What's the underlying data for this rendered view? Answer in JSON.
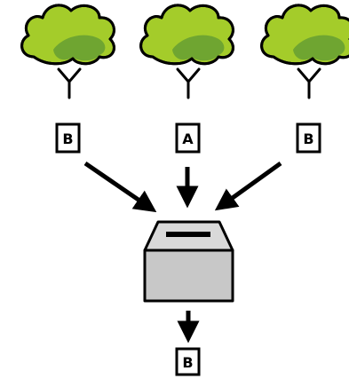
{
  "colors": {
    "canopy_light": "#a4cc2a",
    "canopy_dark": "#6fa531",
    "outline": "#000000",
    "box_body": "#c8c8c8",
    "box_lid": "#d9d9d9",
    "label_fill": "#ffffff"
  },
  "icons": {
    "tree": "tree-icon",
    "ballot_box": "ballot-box-icon",
    "arrow": "arrow-icon"
  },
  "trees": [
    {
      "vote": "B"
    },
    {
      "vote": "A"
    },
    {
      "vote": "B"
    }
  ],
  "result": {
    "vote": "B"
  }
}
